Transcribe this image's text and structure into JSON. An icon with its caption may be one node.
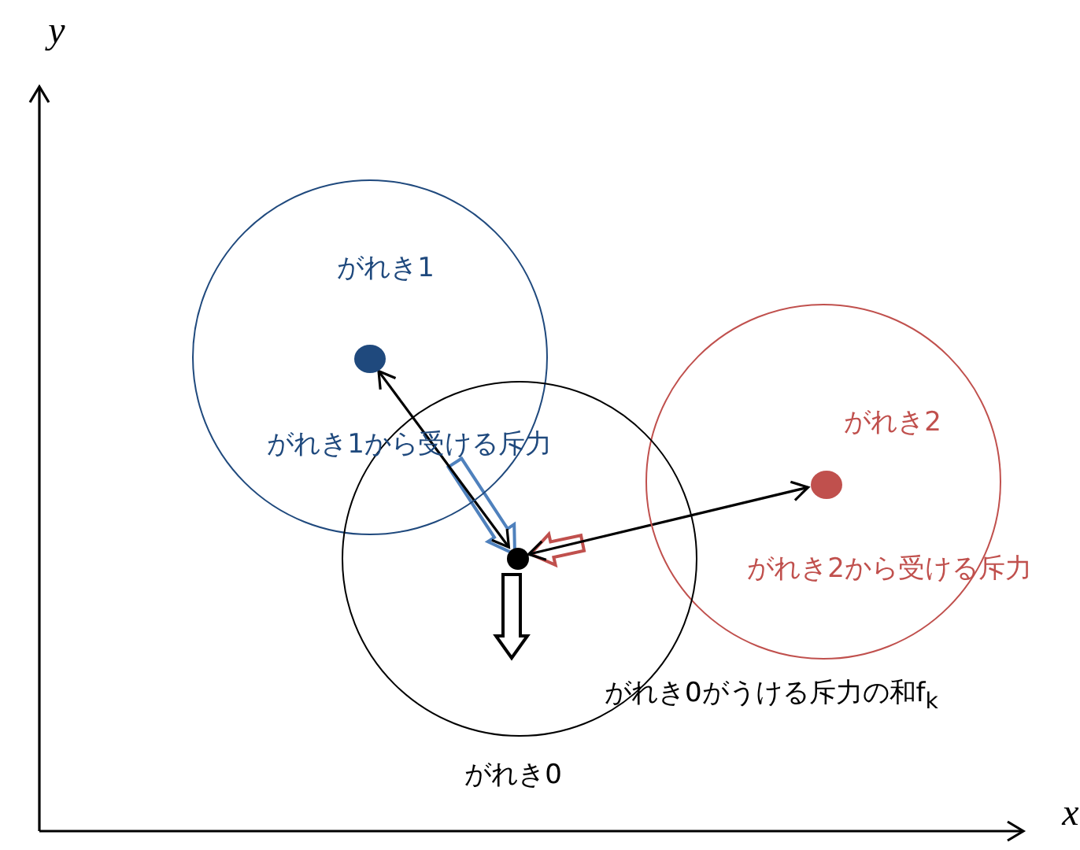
{
  "diagram": {
    "nodes": [
      {
        "text": [
          "がれき1"
        ]
      },
      {
        "text": [],
        "shape": "circle",
        "in": 0
      },
      {
        "text": [
          "がれき2"
        ]
      },
      {
        "text": [],
        "shape": "circle",
        "in": 2
      },
      {
        "text": [
          "がれき0"
        ]
      },
      {
        "text": [],
        "shape": "circle",
        "in": 4
      }
    ],
    "edges": [
      {
        "from": 5,
        "to": 1,
        "arrow": "both"
      },
      {
        "from": 5,
        "to": 3,
        "arrow": "both"
      }
    ],
    "labels": [
      "y",
      "がれき1から受ける斥力",
      "がれき2から受ける斥力",
      "がれき0がうける斥力の和f$_{k}$",
      "x"
    ]
  }
}
